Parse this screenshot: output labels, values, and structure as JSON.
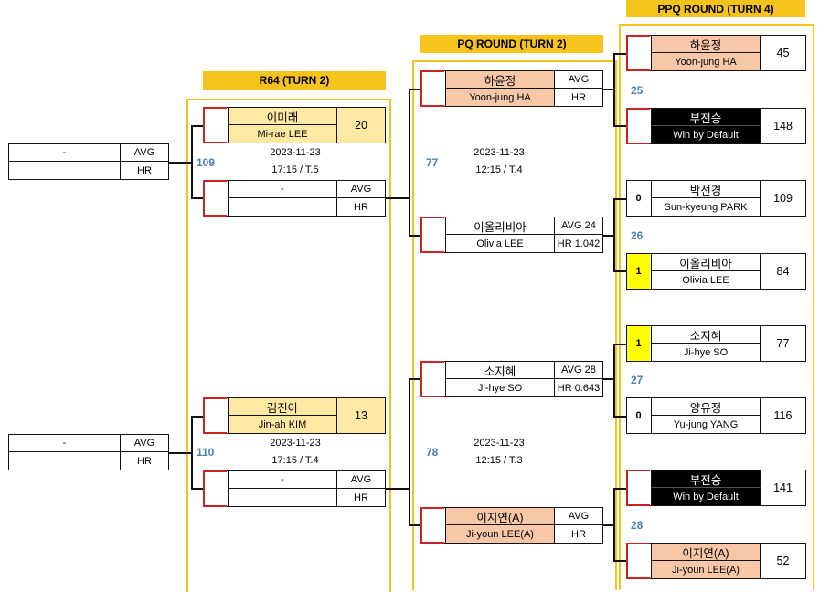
{
  "headers": {
    "r64": "R64 (TURN 2)",
    "pq": "PQ ROUND (TURN 2)",
    "ppq": "PPQ ROUND (TURN 4)"
  },
  "r128": [
    {
      "name": "-",
      "avg": "AVG",
      "hr": "HR"
    },
    {
      "name": "-",
      "avg": "AVG",
      "hr": "HR"
    }
  ],
  "r64": {
    "match1": {
      "num": "109",
      "date": "2023-11-23",
      "time": "17:15 / T.5",
      "p1": {
        "kr": "이미래",
        "en": "Mi-rae LEE",
        "score": "20"
      },
      "p2": {
        "name": "-",
        "avg": "AVG",
        "hr": "HR"
      }
    },
    "match2": {
      "num": "110",
      "date": "2023-11-23",
      "time": "17:15 / T.4",
      "p1": {
        "kr": "김진아",
        "en": "Jin-ah KIM",
        "score": "13"
      },
      "p2": {
        "name": "-",
        "avg": "AVG",
        "hr": "HR"
      }
    }
  },
  "pq": {
    "match1": {
      "num": "77",
      "date": "2023-11-23",
      "time": "12:15 / T.4",
      "p1": {
        "kr": "하윤정",
        "en": "Yoon-jung HA",
        "avg": "AVG",
        "hr": "HR"
      },
      "p2": {
        "kr": "이올리비아",
        "en": "Olivia LEE",
        "avg": "AVG 24",
        "hr": "HR 1.042"
      }
    },
    "match2": {
      "num": "78",
      "date": "2023-11-23",
      "time": "12:15 / T.3",
      "p1": {
        "kr": "소지혜",
        "en": "Ji-hye SO",
        "avg": "AVG 28",
        "hr": "HR 0.643"
      },
      "p2": {
        "kr": "이지연(A)",
        "en": "Ji-youn LEE(A)",
        "avg": "AVG",
        "hr": "HR"
      }
    }
  },
  "ppq": [
    {
      "num": "25",
      "a": {
        "kr": "하윤정",
        "en": "Yoon-jung HA",
        "score": "45",
        "set": ""
      },
      "b": {
        "kr": "부전승",
        "en": "Win by Default",
        "score": "148",
        "set": ""
      }
    },
    {
      "num": "26",
      "a": {
        "kr": "박선경",
        "en": "Sun-kyeung PARK",
        "score": "109",
        "set": "0"
      },
      "b": {
        "kr": "이올리비아",
        "en": "Olivia LEE",
        "score": "84",
        "set": "1"
      }
    },
    {
      "num": "27",
      "a": {
        "kr": "소지혜",
        "en": "Ji-hye SO",
        "score": "77",
        "set": "1"
      },
      "b": {
        "kr": "양유정",
        "en": "Yu-jung YANG",
        "score": "116",
        "set": "0"
      }
    },
    {
      "num": "28",
      "a": {
        "kr": "부전승",
        "en": "Win by Default",
        "score": "141",
        "set": ""
      },
      "b": {
        "kr": "이지연(A)",
        "en": "Ji-youn LEE(A)",
        "score": "52",
        "set": ""
      }
    }
  ],
  "colors": {
    "header": "#f6c21c",
    "salmon": "#f7c7a8",
    "yellow": "#fde9a2",
    "highlight": "#ffff00",
    "number": "#4a7fb5",
    "accent": "#cc2222"
  }
}
